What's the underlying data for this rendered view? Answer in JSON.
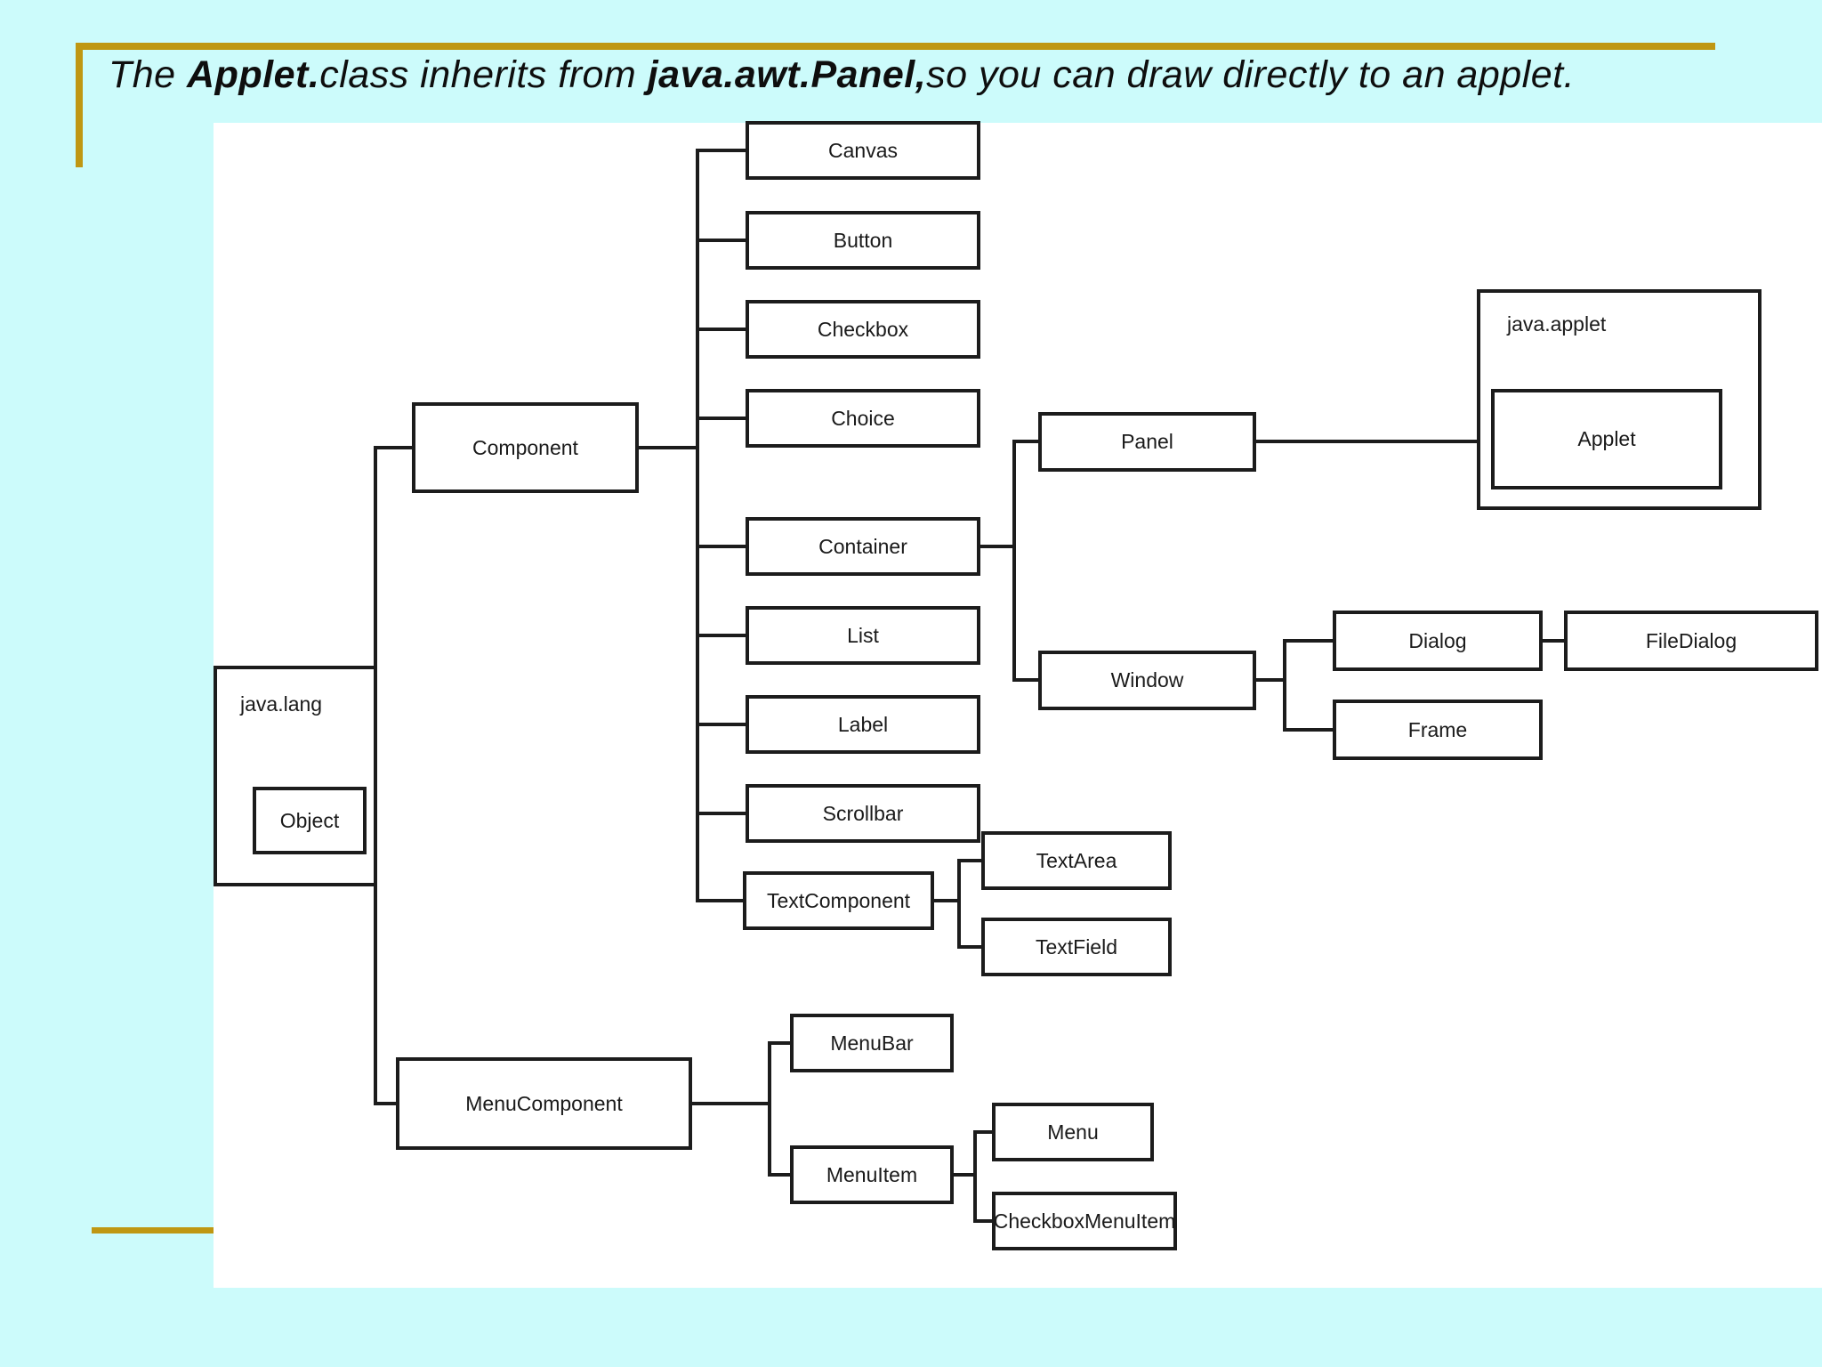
{
  "slide": {
    "title": {
      "segments": [
        {
          "text": "The ",
          "bold": false
        },
        {
          "text": "Applet.",
          "bold": true
        },
        {
          "text": "class inherits from ",
          "bold": false
        },
        {
          "text": "java.awt.Panel,",
          "bold": true
        },
        {
          "text": "so you can draw directly to an applet.",
          "bold": false
        }
      ]
    },
    "colors": {
      "background": "#ccfbfb",
      "accent_gold": "#bf9712",
      "diagram_background": "#ffffff",
      "line": "#1c1c1c"
    }
  },
  "diagram": {
    "packages": {
      "java_lang": "java.lang",
      "java_applet": "java.applet"
    },
    "nodes": {
      "object": "Object",
      "component": "Component",
      "canvas": "Canvas",
      "button": "Button",
      "checkbox": "Checkbox",
      "choice": "Choice",
      "container": "Container",
      "list": "List",
      "label": "Label",
      "scrollbar": "Scrollbar",
      "text_component": "TextComponent",
      "panel": "Panel",
      "window": "Window",
      "dialog": "Dialog",
      "file_dialog": "FileDialog",
      "frame": "Frame",
      "text_area": "TextArea",
      "text_field": "TextField",
      "menu_component": "MenuComponent",
      "menu_bar": "MenuBar",
      "menu_item": "MenuItem",
      "menu": "Menu",
      "checkbox_menu_item": "CheckboxMenuItem",
      "applet": "Applet"
    },
    "hierarchy": {
      "Object": [
        "Component",
        "MenuComponent"
      ],
      "Component": [
        "Canvas",
        "Button",
        "Checkbox",
        "Choice",
        "Container",
        "List",
        "Label",
        "Scrollbar",
        "TextComponent"
      ],
      "Container": [
        "Panel",
        "Window"
      ],
      "Panel": [
        "Applet"
      ],
      "Window": [
        "Dialog",
        "Frame"
      ],
      "Dialog": [
        "FileDialog"
      ],
      "TextComponent": [
        "TextArea",
        "TextField"
      ],
      "MenuComponent": [
        "MenuBar",
        "MenuItem"
      ],
      "MenuItem": [
        "Menu",
        "CheckboxMenuItem"
      ]
    }
  }
}
